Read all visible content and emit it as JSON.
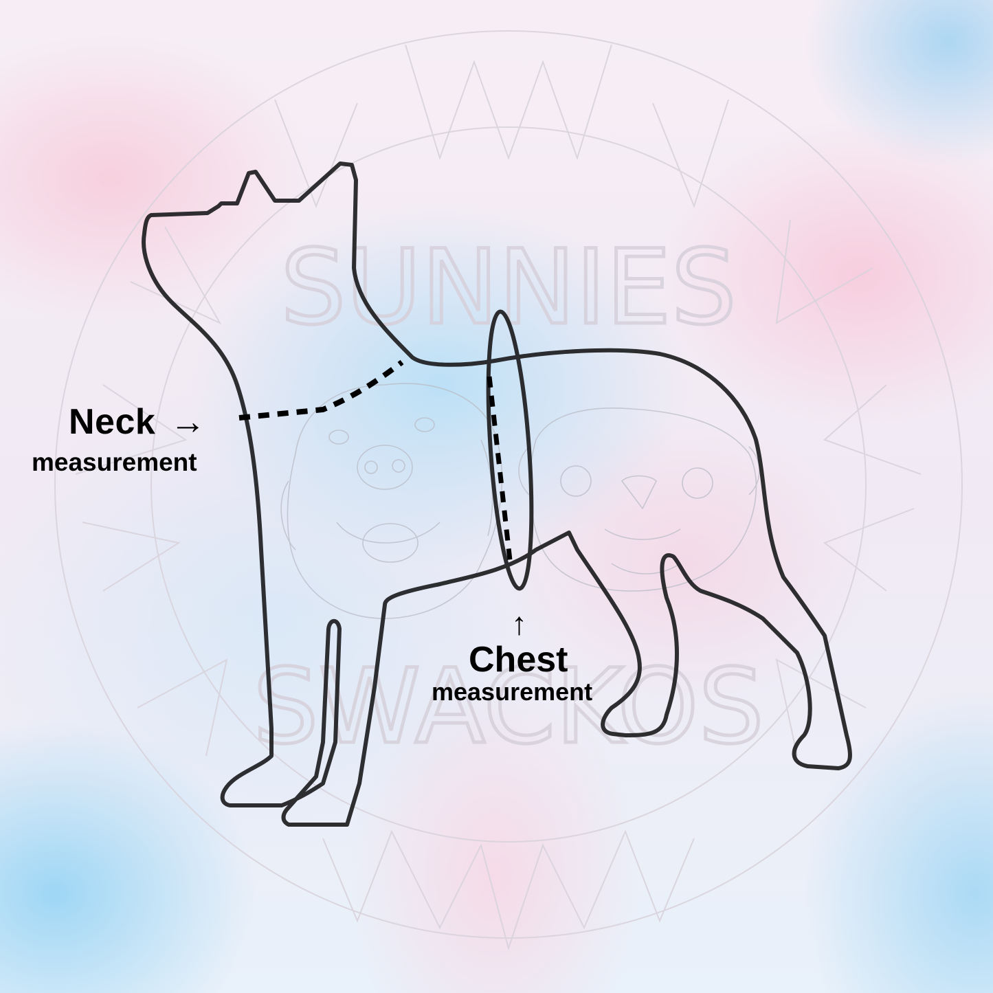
{
  "watermark": {
    "top_text": "SUNNIES",
    "bottom_text": "SWACKOS",
    "color": "#d8d4dc"
  },
  "diagram": {
    "subject": "dog-silhouette-outline",
    "outline_color": "#1a1a1a",
    "background_colors": [
      "#f6c9d8",
      "#a9d8f4",
      "#f4eef6"
    ],
    "sketch_overlays": [
      "retriever-face-sketch",
      "pug-face-sketch"
    ]
  },
  "labels": {
    "neck": {
      "title": "Neck",
      "arrow": "→",
      "subtitle": "measurement"
    },
    "chest": {
      "arrow": "↑",
      "title": "Chest",
      "subtitle": "measurement"
    }
  }
}
